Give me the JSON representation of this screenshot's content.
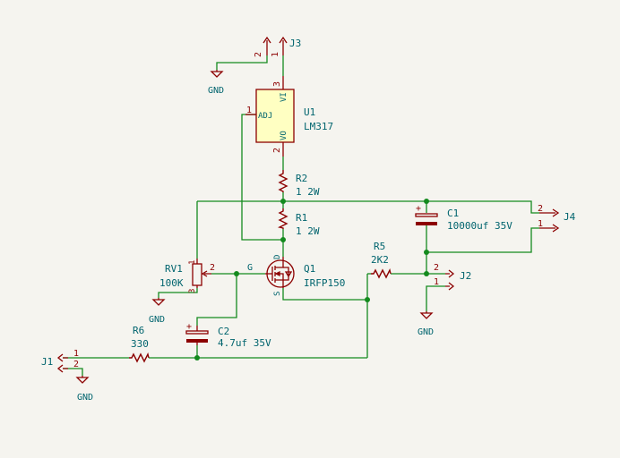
{
  "colors": {
    "background": "#f5f4ef",
    "wire": "#148a1e",
    "symbol": "#8c0000",
    "pin_text": "#8c0000",
    "label_text": "#00646e",
    "ic_fill": "#ffffc2",
    "junction": "#148a1e"
  },
  "components": {
    "u1": {
      "ref": "U1",
      "value": "LM317",
      "pin_adj": "ADJ",
      "pin_vi": "VI",
      "pin_vo": "VO",
      "pin1": "1",
      "pin2": "2",
      "pin3": "3"
    },
    "j3": {
      "ref": "J3",
      "pin1": "1",
      "pin2": "2"
    },
    "j4": {
      "ref": "J4",
      "pin1": "1",
      "pin2": "2"
    },
    "j2": {
      "ref": "J2",
      "pin1": "1",
      "pin2": "2"
    },
    "j1": {
      "ref": "J1",
      "pin1": "1",
      "pin2": "2"
    },
    "r2": {
      "ref": "R2",
      "value": "1 2W"
    },
    "r1": {
      "ref": "R1",
      "value": "1 2W"
    },
    "c1": {
      "ref": "C1",
      "value": "10000uf 35V"
    },
    "r5": {
      "ref": "R5",
      "value": "2K2"
    },
    "q1": {
      "ref": "Q1",
      "value": "IRFP150",
      "pin_g": "G",
      "pin_d": "D",
      "pin_s": "S"
    },
    "rv1": {
      "ref": "RV1",
      "value": "100K",
      "pin1": "1",
      "pin2": "2",
      "pin3": "3"
    },
    "c2": {
      "ref": "C2",
      "value": "4.7uf 35V"
    },
    "r6": {
      "ref": "R6",
      "value": "330"
    }
  },
  "power": {
    "gnd_j3": "GND",
    "gnd_rv1": "GND",
    "gnd_j2": "GND",
    "gnd_j1": "GND"
  },
  "polarity": {
    "plus": "+"
  }
}
